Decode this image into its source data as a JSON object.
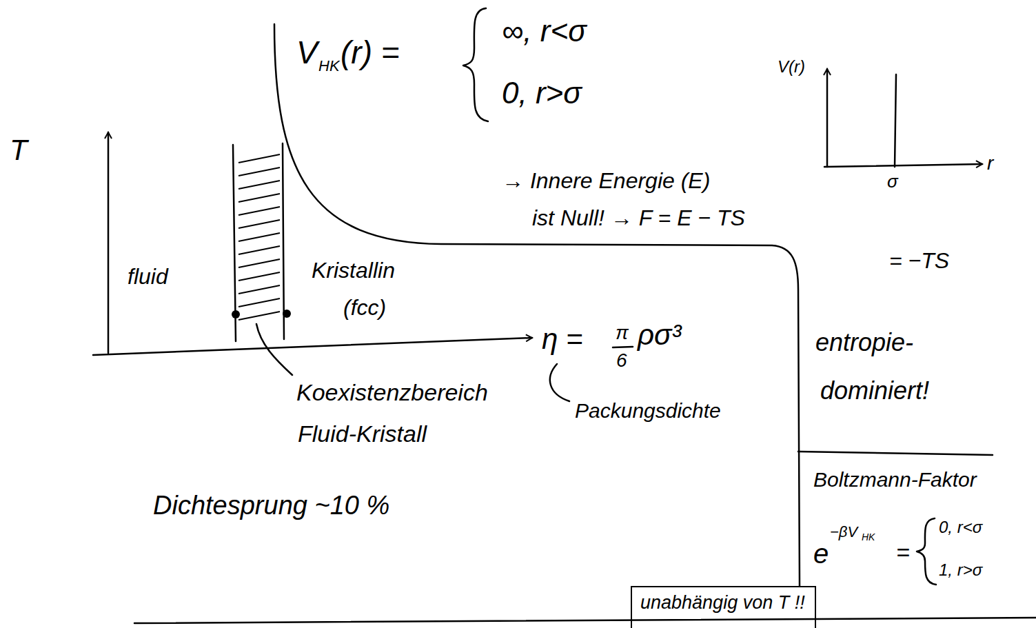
{
  "diagram": {
    "nodes": [
      {
        "text": [
          "unabhängig von T !!"
        ]
      }
    ],
    "labels": [
      "V",
      "HK",
      "(r) =",
      "∞, r<σ",
      "0, r>σ",
      "V(r)",
      "σ",
      "r",
      "T",
      "→ Innere Energie (E)",
      "ist Null! → F = E − TS",
      "= −TS",
      "fluid",
      "Kristallin",
      "(fcc)",
      "η =",
      "π",
      "6",
      "ρσ³",
      "entropie-",
      "dominiert!",
      "Packungsdichte",
      "Koexistenzbereich",
      "Fluid-Kristall",
      "Boltzmann-Faktor",
      "Dichtesprung ~10 %",
      "e",
      "−βV",
      "HK",
      "=",
      "0, r<σ",
      "1, r>σ"
    ]
  }
}
